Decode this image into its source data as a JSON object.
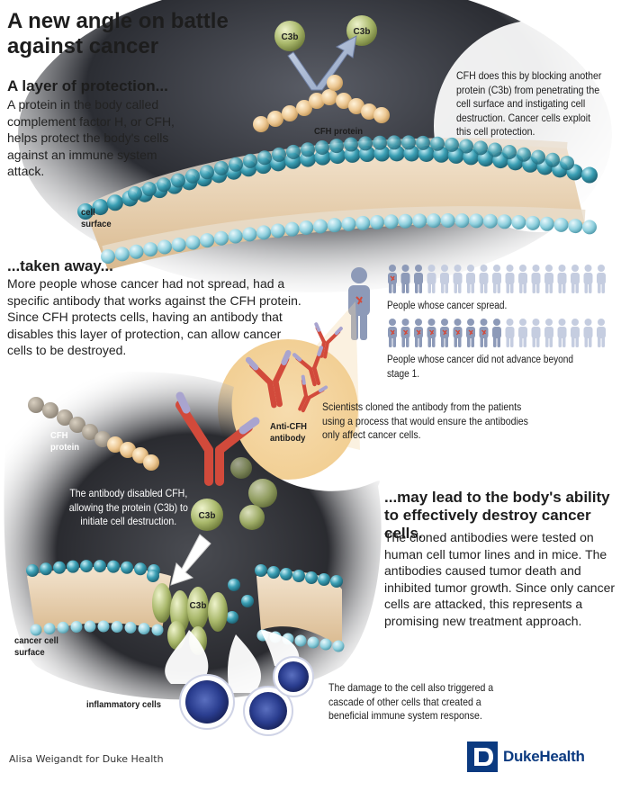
{
  "title": "A new angle on battle against cancer",
  "section1": {
    "heading": "A layer of protection...",
    "body": "A protein in the body called complement factor H, or CFH, helps protect the body's cells against an immune system attack.",
    "callout": "CFH does this by blocking another protein (C3b) from penetrating the cell surface and instigating cell destruction. Cancer cells exploit this cell protection.",
    "label_cfh_protein": "CFH protein",
    "label_cell_surface": "cell surface",
    "label_c3b_1": "C3b",
    "label_c3b_2": "C3b"
  },
  "section2": {
    "heading": "...taken away...",
    "body": "More people whose cancer had not spread, had a specific antibody that works against the CFH protein. Since CFH protects cells, having an antibody that disables this layer of protection, can allow cancer cells to be destroyed.",
    "legend_spread": "People whose cancer spread.",
    "legend_stage1": "People whose cancer did not advance beyond stage 1.",
    "cloned_note": "Scientists cloned the antibody from the patients using a process that would ensure the antibodies only affect cancer cells.",
    "label_anti_cfh": "Anti-CFH antibody",
    "label_cfh_protein": "CFH protein"
  },
  "section3": {
    "disabled_note": "The antibody disabled CFH, allowing the protein (C3b) to initiate cell destruction.",
    "label_c3b_1": "C3b",
    "label_c3b_2": "C3b",
    "label_cancer_surface": "cancer cell surface",
    "label_inflammatory": "inflammatory cells",
    "cascade_note": "The damage to the cell also triggered a cascade of other cells that created a beneficial immune system response.",
    "heading": "...may lead to the body's ability to effectively destroy cancer cells.",
    "body": "The cloned antibodies were tested on human cell tumor lines and in mice. The antibodies caused tumor death and inhibited tumor growth. Since only cancer cells are attacked, this represents a promising new treatment approach."
  },
  "credit": "Alisa Weigandt for Duke Health",
  "logo_text": "DukeHealth",
  "colors": {
    "bead": "#ecc792",
    "head_teal": "#3a9fb4",
    "head_light": "#8fd0de",
    "antibody_red": "#d24a3b",
    "antibody_lilac": "#a9a4cf",
    "c3b_green": "#a9b86b",
    "immune_blue": "#2a3d8f",
    "brand_blue": "#0b3a80"
  }
}
